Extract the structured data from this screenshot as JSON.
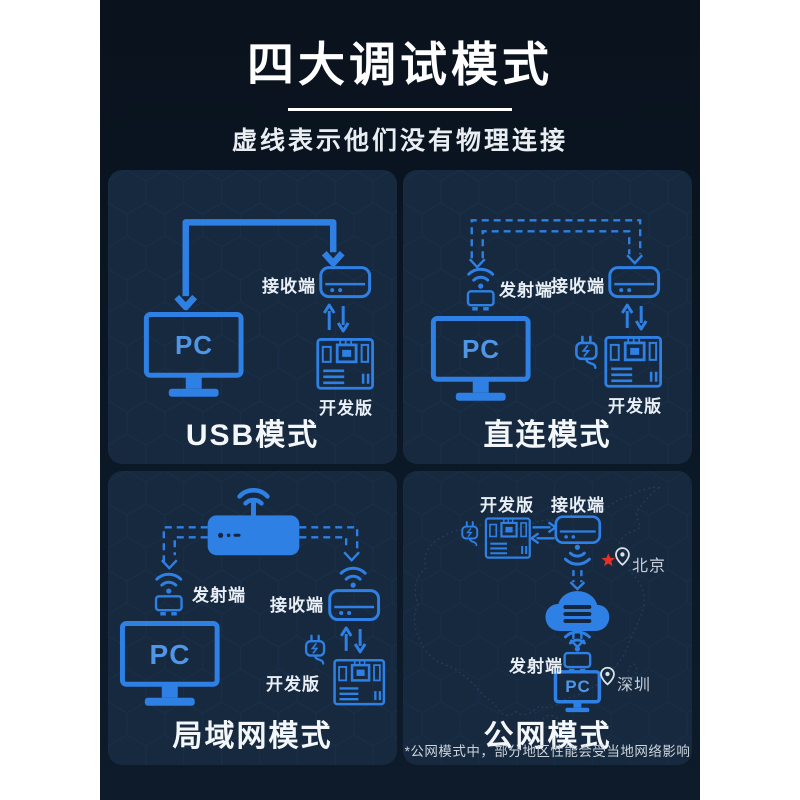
{
  "header": {
    "title": "四大调试模式",
    "subtitle": "虚线表示他们没有物理连接"
  },
  "labels": {
    "pc": "PC",
    "receiver": "接收端",
    "transmitter": "发射端",
    "devboard": "开发版"
  },
  "panels": [
    {
      "label": "USB模式"
    },
    {
      "label": "直连模式"
    },
    {
      "label": "局域网模式"
    },
    {
      "label": "公网模式",
      "city_north": "北京",
      "city_south": "深圳",
      "footnote": "*公网模式中，部分地区性能会受当地网络影响"
    }
  ],
  "icons": {
    "monitor": "pc-monitor-icon",
    "dongle": "usb-transmitter-icon",
    "wifi": "wifi-signal-icon",
    "receiver_box": "receiver-box-icon",
    "devboard": "circuit-board-icon",
    "plug": "power-plug-icon",
    "router": "wifi-router-icon",
    "cloud": "cloud-server-icon",
    "pin": "location-pin-icon",
    "star": "red-star-icon"
  },
  "colors": {
    "accent_blue": "#2e80e4",
    "pc_text_blue": "#4f97e6",
    "panel_background": "#16293f",
    "page_background": "#0a1623",
    "margin_background": "#ffffff",
    "text_white": "#f3f7fa",
    "star_red": "#e33127",
    "map_outline": "#2c4a70"
  }
}
